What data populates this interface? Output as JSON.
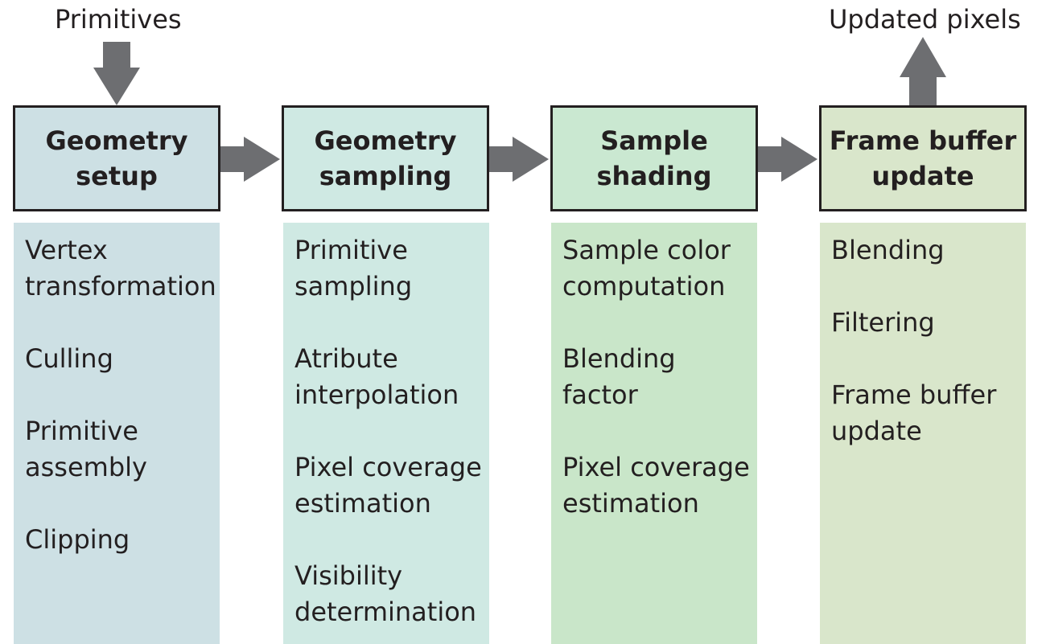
{
  "input_label": "Primitives",
  "output_label": "Updated pixels",
  "arrow_color": "#6d6e71",
  "stages": [
    {
      "title_lines": [
        "Geometry",
        "setup"
      ],
      "header_color": "#cde0e4",
      "panel_color": "#cde0e4",
      "tasks": [
        [
          "Vertex",
          "transformation"
        ],
        [
          "Culling"
        ],
        [
          "Primitive",
          "assembly"
        ],
        [
          "Clipping"
        ]
      ]
    },
    {
      "title_lines": [
        "Geometry",
        "sampling"
      ],
      "header_color": "#cfe9e3",
      "panel_color": "#cfe9e3",
      "tasks": [
        [
          "Primitive",
          "sampling"
        ],
        [
          "Atribute",
          "interpolation"
        ],
        [
          "Pixel coverage",
          "estimation"
        ],
        [
          "Visibility",
          "determination"
        ]
      ]
    },
    {
      "title_lines": [
        "Sample",
        "shading"
      ],
      "header_color": "#cae8d1",
      "panel_color": "#c9e6c9",
      "tasks": [
        [
          "Sample color",
          "computation"
        ],
        [
          "Blending",
          "factor"
        ],
        [
          "Pixel coverage",
          "estimation"
        ]
      ]
    },
    {
      "title_lines": [
        "Frame buffer",
        "update"
      ],
      "header_color": "#d9e6cb",
      "panel_color": "#d9e6cb",
      "tasks": [
        [
          "Blending"
        ],
        [
          "Filtering"
        ],
        [
          "Frame buffer",
          "update"
        ]
      ]
    }
  ]
}
